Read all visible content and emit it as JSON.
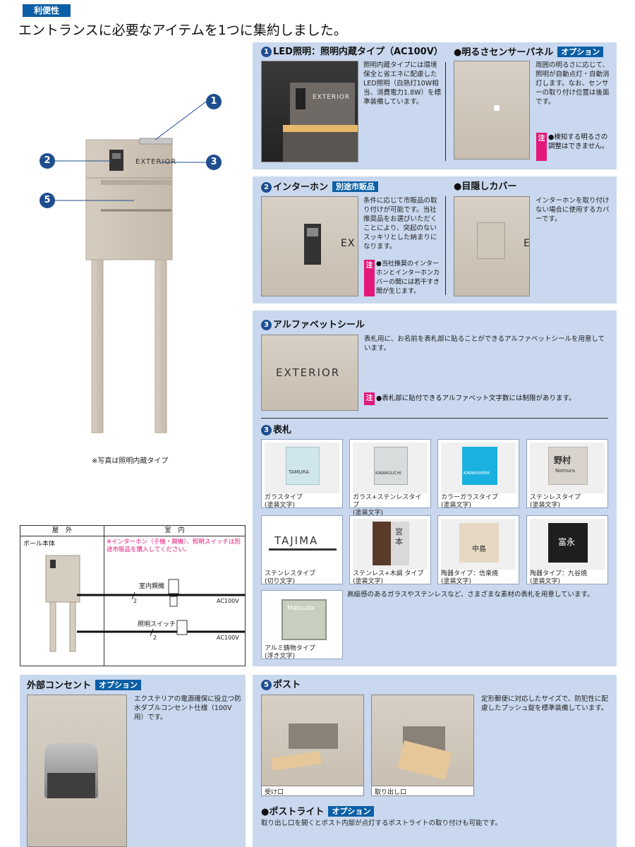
{
  "tag": "利便性",
  "headline": "エントランスに必要なアイテムを1つに集約しました。",
  "main_photo": {
    "sign_text": "EXTERIOR",
    "callouts": [
      "1",
      "2",
      "3",
      "5"
    ],
    "caption": "※写真は照明内蔵タイプ"
  },
  "led": {
    "num": "1",
    "title": "LED照明：照明内蔵タイプ（AC100V）",
    "body": "照明内蔵タイプには環境保全と省エネに配慮したLED照明（白熱灯10W相当、消費電力1.8W）を標準装備しています。",
    "photo_text": "EXTERIOR"
  },
  "sensor": {
    "title": "●明るさセンサーパネル",
    "badge": "オプション",
    "body": "周囲の明るさに応じて、照明が自動点灯・自動消灯します。なお、センサーの取り付け位置は後面です。",
    "note_mark": "注",
    "note": "●検知する明るさの調整はできません。"
  },
  "intercom": {
    "num": "2",
    "title": "インターホン",
    "badge": "別途市販品",
    "body": "条件に応じて市販品の取り付けが可能です。当社推奨品をお選びいただくことにより、突起のないスッキリとした納まりになります。",
    "note_mark": "注",
    "note": "●当社推奨のインターホンとインターホンカバーの間には若干すき間が生じます。",
    "photo_text": "EX"
  },
  "cover": {
    "title": "●目隠しカバー",
    "body": "インターホンを取り付けない場合に使用するカバーです。",
    "photo_text": "E"
  },
  "alpha": {
    "num": "3",
    "title": "アルファベットシール",
    "body": "表札用に、お名前を表札部に貼ることができるアルファベットシールを用意しています。",
    "photo_text": "EXTERIOR",
    "note_mark": "注",
    "note": "●表札部に貼付できるアルファベット文字数には制限があります。"
  },
  "nameplates": {
    "num": "3",
    "title": "表札",
    "items": [
      {
        "label1": "ガラスタイプ",
        "label2": "(塗装文字)",
        "sample": "TAMURA"
      },
      {
        "label1": "ガラス+ステンレスタイプ",
        "label2": "(塗装文字)",
        "sample": "KAWAGUCHI"
      },
      {
        "label1": "カラーガラスタイプ",
        "label2": "(塗装文字)",
        "sample": "KAWASHIMA"
      },
      {
        "label1": "ステンレスタイプ",
        "label2": "(塗装文字)",
        "sample": "野村",
        "sample2": "Nomura"
      },
      {
        "label1": "ステンレスタイプ",
        "label2": "(切り文字)",
        "sample": "TAJIMA"
      },
      {
        "label1": "ステンレス+木調 タイプ",
        "label2": "(塗装文字)",
        "sample": "宮本"
      },
      {
        "label1": "陶器タイプ：信楽焼",
        "label2": "(塗装文字)",
        "sample": "中島"
      },
      {
        "label1": "陶器タイプ：九谷焼",
        "label2": "(塗装文字)",
        "sample": "富永"
      },
      {
        "label1": "アルミ鋳物タイプ",
        "label2": "(浮き文字)",
        "sample": "Matsuda"
      }
    ],
    "description": "高級感のあるガラスやステンレスなど、さまざまな素材の表札を用意しています。"
  },
  "wiring": {
    "col_outdoor": "屋　外",
    "col_indoor": "室　内",
    "pole": "ポール本体",
    "red_note": "※インターホン（子機・親機）、照明スイッチは別途市販品を購入してください。",
    "master": "室内親機",
    "switch": "照明スイッチ",
    "ac1": "AC100V",
    "ac2": "AC100V",
    "wire1": "2",
    "wire2": "2",
    "line_color": "#111111",
    "note_color": "#e4177a"
  },
  "outlet": {
    "title": "外部コンセント",
    "badge": "オプション",
    "body": "エクステリアの電源確保に役立つ防水ダブルコンセント仕様（100V用）です。"
  },
  "post": {
    "num": "5",
    "title": "ポスト",
    "body": "定形郵便に対応したサイズで、防犯性に配慮したプッシュ錠を標準装備しています。",
    "label1": "受け口",
    "label2": "取り出し口",
    "light_title": "●ポストライト",
    "light_badge": "オプション",
    "light_body": "取り出し口を開くとポスト内部が点灯するポストライトの取り付けも可能です。"
  },
  "colors": {
    "panel": "#c9d8ee",
    "accent": "#0b5fa5",
    "callout": "#1f4e8f",
    "note": "#e4177a"
  }
}
